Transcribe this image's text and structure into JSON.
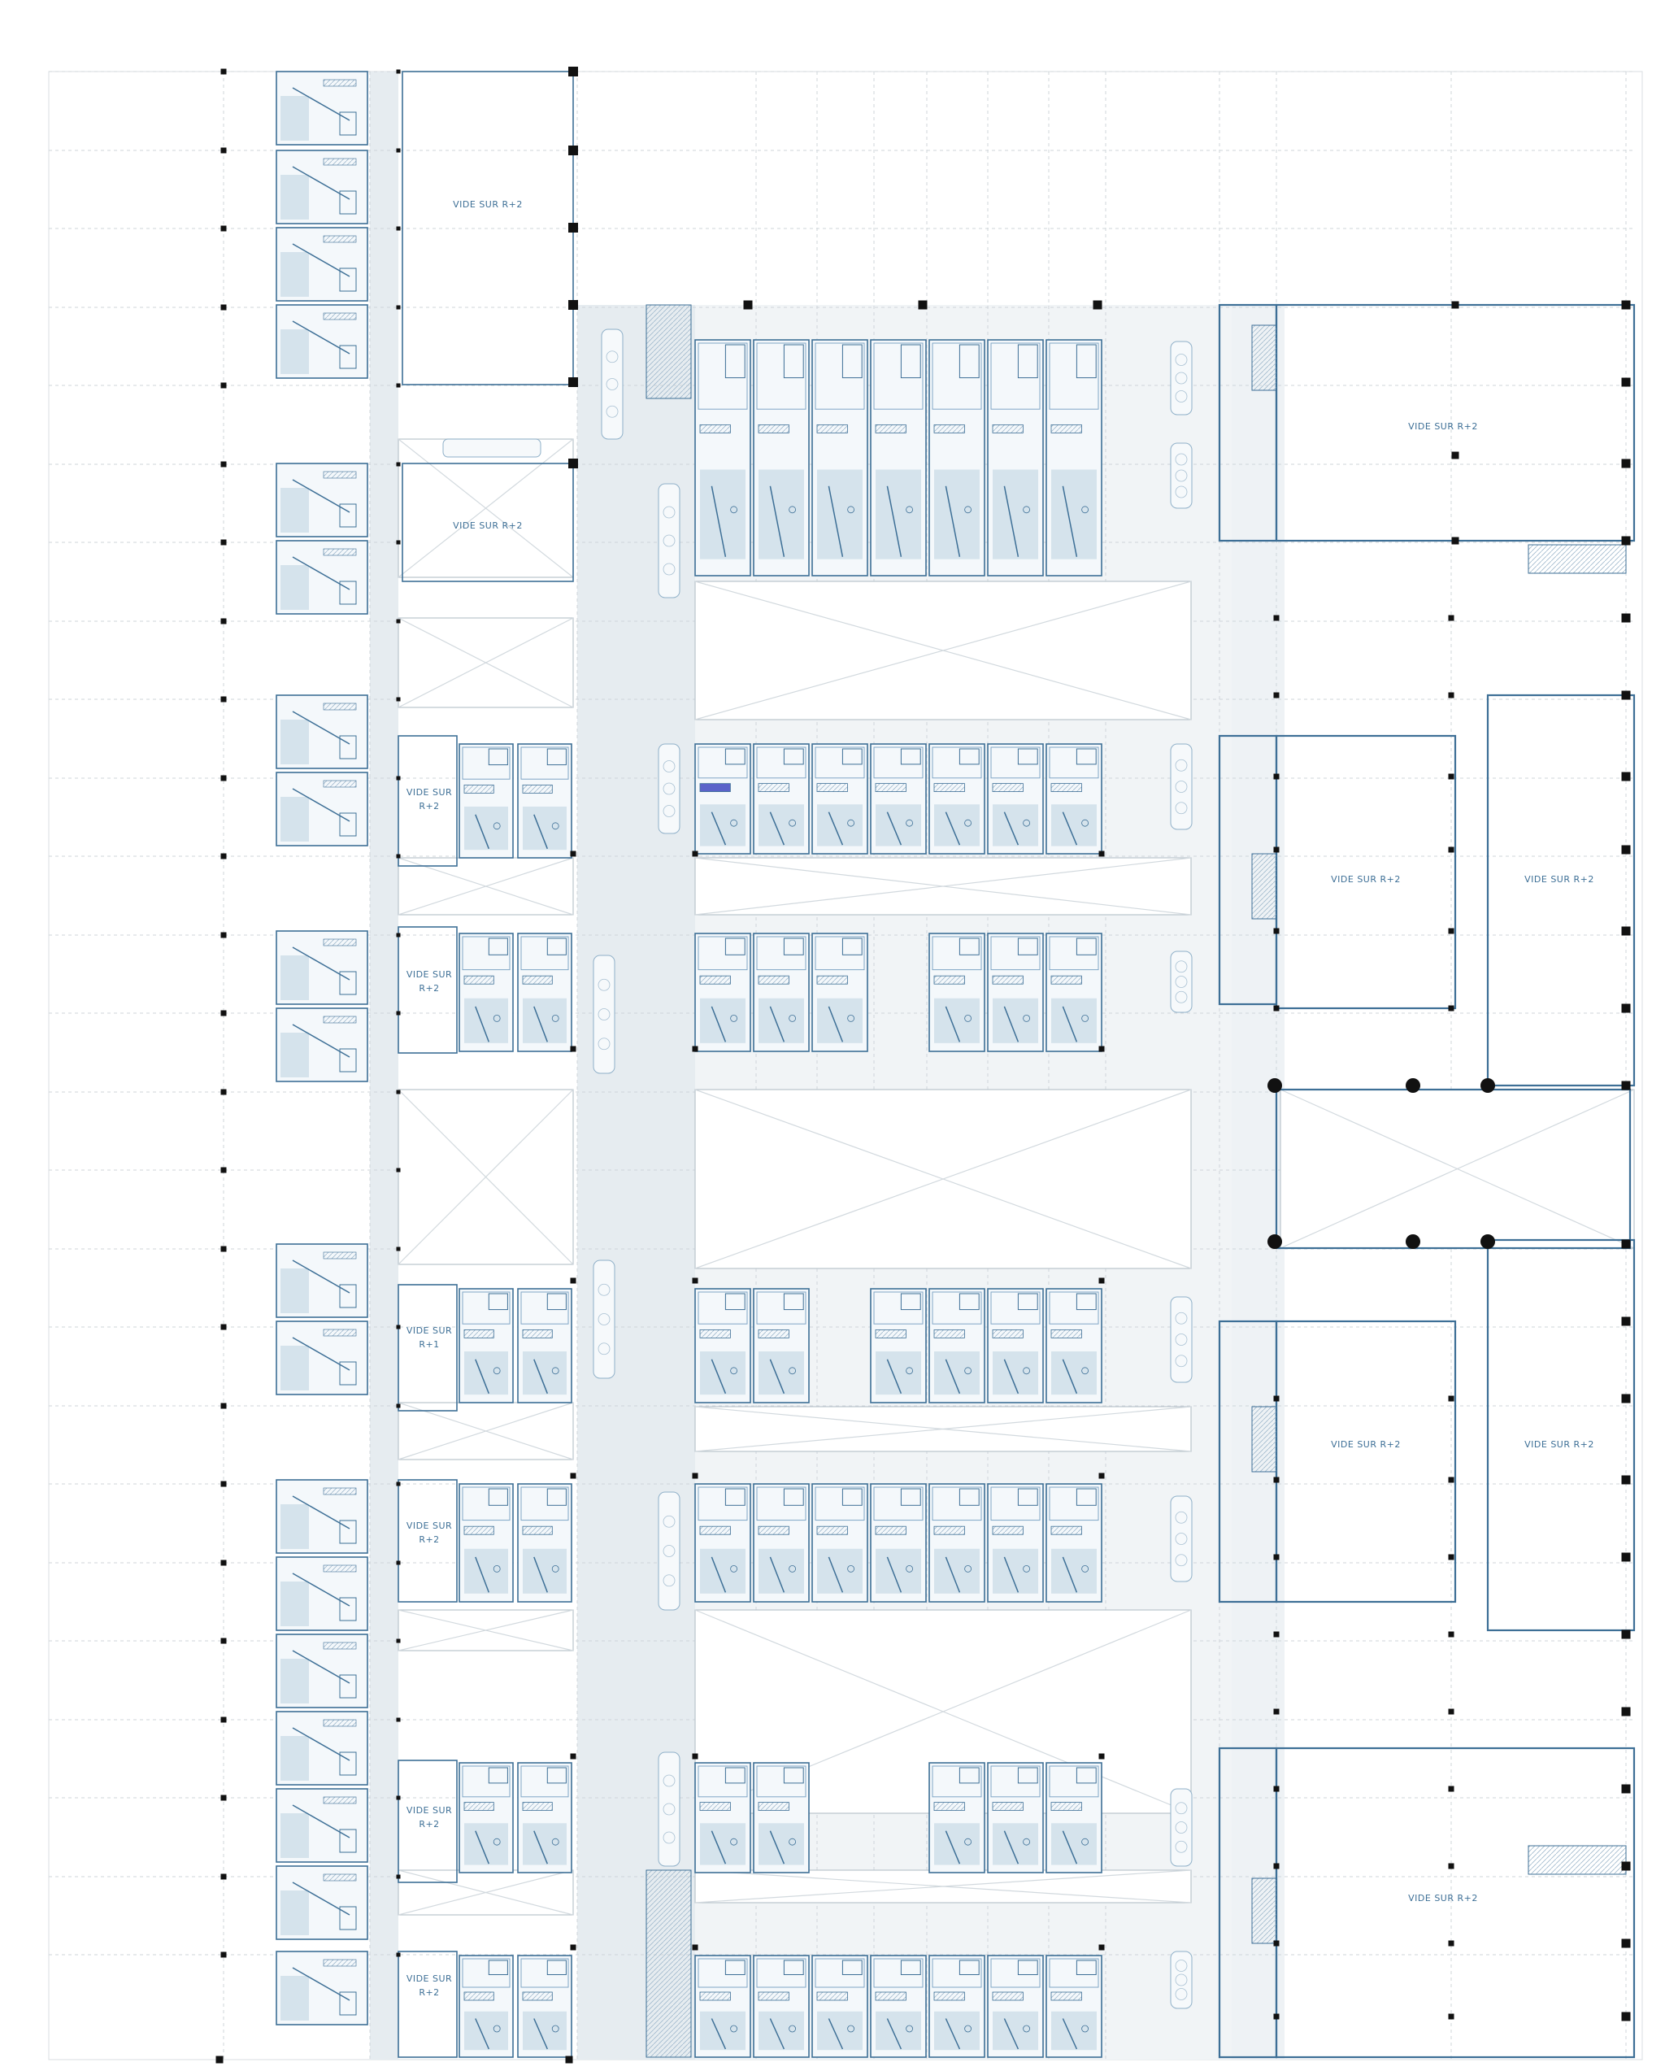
{
  "labels": {
    "void_r2": "VIDE SUR R+2",
    "void_r2_line1": "VIDE SUR",
    "void_r2_line2": "R+2",
    "void_r1_line2": "R+1"
  },
  "colors": {
    "structure": "#1a1a1a",
    "partition": "#3d6f96",
    "partition_light": "#7fa6c6",
    "circulation": "#e4eaee",
    "unit_fill": "#d5e3ec",
    "grid": "#c9d0d6",
    "highlight": "#5b63c9"
  },
  "legend_icons": [
    "column-icon",
    "stair-icon",
    "planter-icon"
  ]
}
